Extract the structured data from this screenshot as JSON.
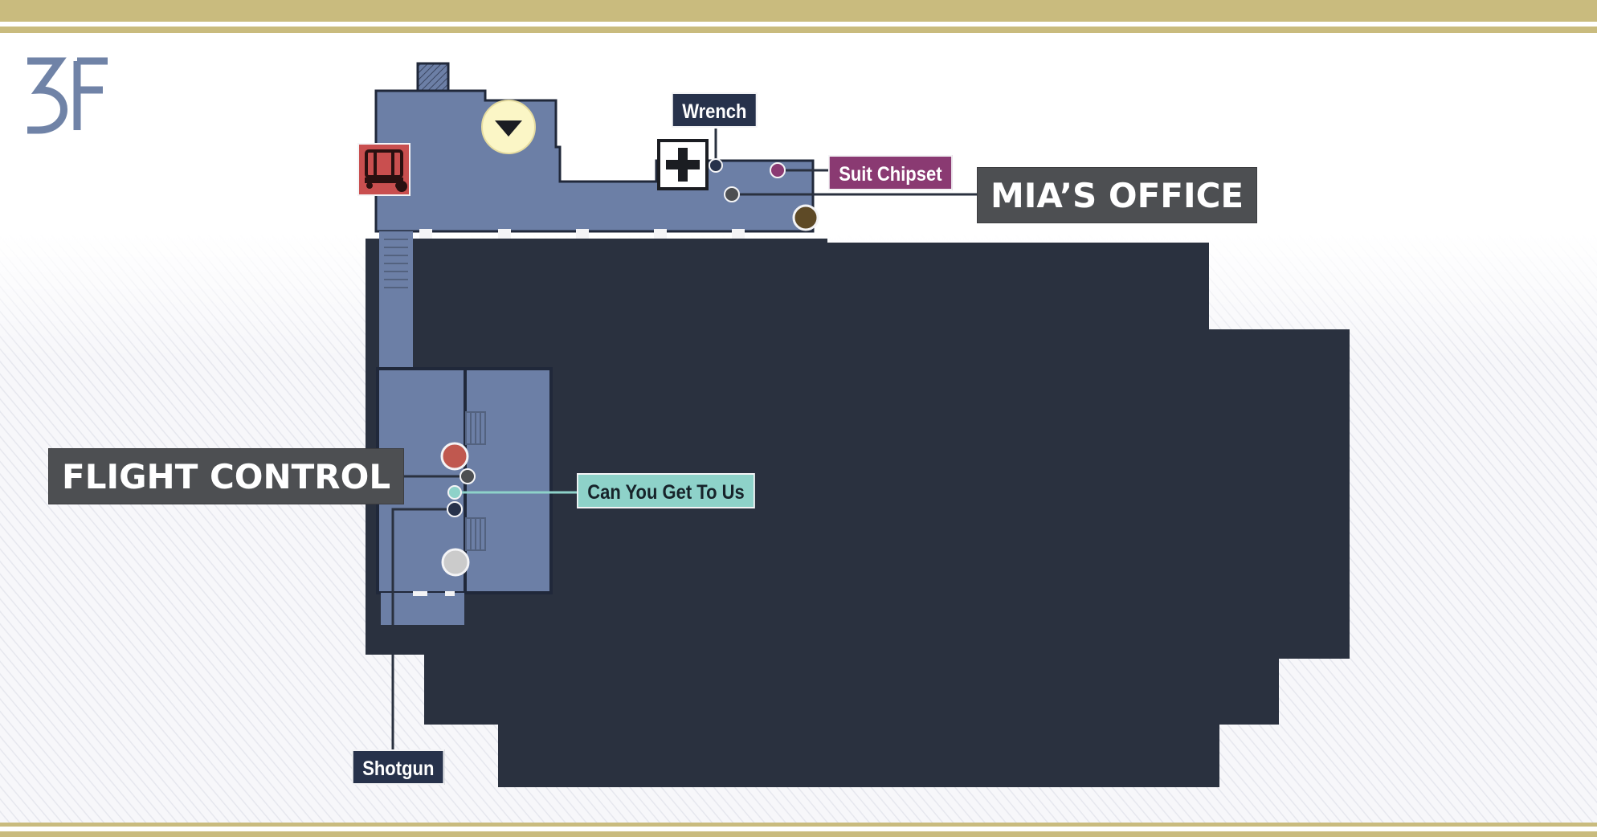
{
  "floor": {
    "label": "3F"
  },
  "rooms": {
    "mias_office": "MIA’S OFFICE",
    "flight_control": "FLIGHT CONTROL"
  },
  "items": {
    "wrench": "Wrench",
    "suit_chipset": "Suit Chipset",
    "can_you_get_to_us": "Can You Get To Us",
    "shotgun": "Shotgun"
  },
  "icons": {
    "objective_marker": "down-arrow-marker-icon",
    "health_station": "medical-cross-icon",
    "save_terminal": "save-terminal-icon",
    "shaft": "hatched-shaft-icon"
  },
  "colors": {
    "border_gold": "#c9bb7e",
    "explored_room": "#6c7fa6",
    "unexplored": "#2a313f",
    "room_label_bg": "#4d4f52",
    "item_label_dark": "#27324b",
    "item_label_purple": "#8a3a72",
    "item_label_teal": "#8ed2c9",
    "save_icon_bg": "#c94f4f",
    "objective_marker_bg": "#fbf6c6",
    "red_marker": "#c0584f",
    "gray_marker": "#cbcbcb",
    "brown_marker": "#5e4a26",
    "teal_marker": "#8ed2c9"
  }
}
